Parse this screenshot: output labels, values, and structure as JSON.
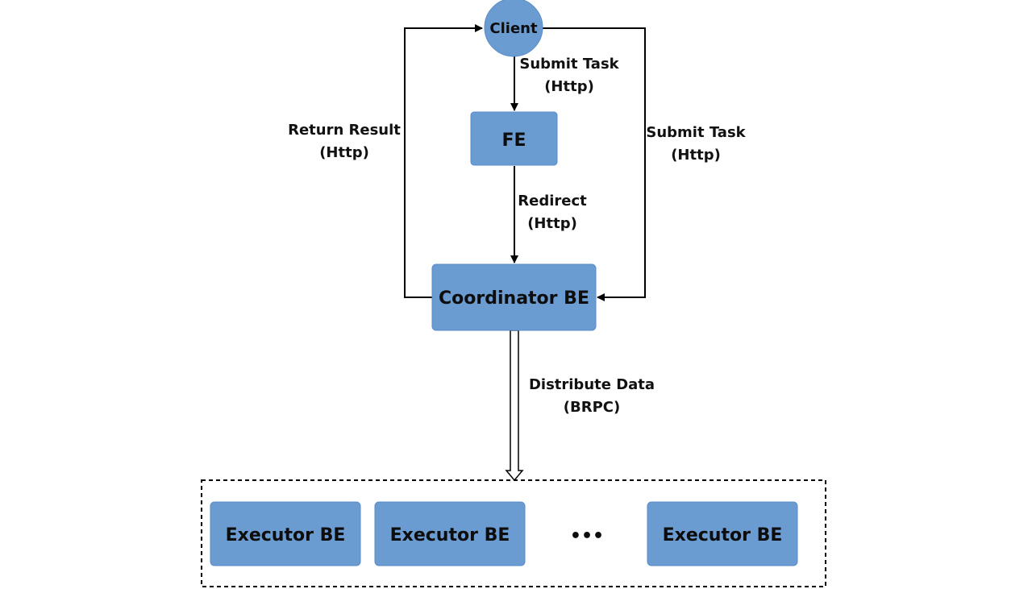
{
  "colors": {
    "node_fill": "#6a9bd1",
    "line": "#000000",
    "background": "#ffffff"
  },
  "nodes": {
    "client": "Client",
    "fe": "FE",
    "coordinator": "Coordinator BE",
    "executors": [
      "Executor BE",
      "Executor BE",
      "Executor BE"
    ],
    "ellipsis": "•••"
  },
  "edges": {
    "client_to_fe": {
      "line1": "Submit Task",
      "line2": "(Http)"
    },
    "fe_to_coordinator": {
      "line1": "Redirect",
      "line2": "(Http)"
    },
    "coordinator_to_client": {
      "line1": "Return Result",
      "line2": "(Http)"
    },
    "client_to_coordinator": {
      "line1": "Submit Task",
      "line2": "(Http)"
    },
    "coordinator_to_executors": {
      "line1": "Distribute Data",
      "line2": "(BRPC)"
    }
  }
}
